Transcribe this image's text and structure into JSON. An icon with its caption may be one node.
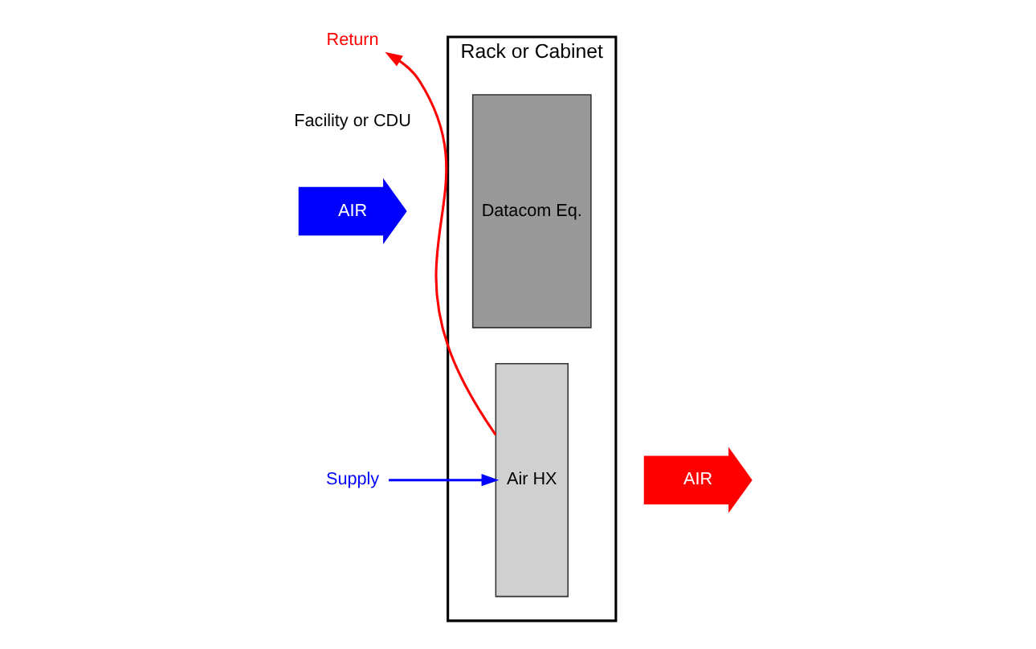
{
  "diagram": {
    "nodes": [
      {
        "text": [
          "Rack or Cabinet"
        ]
      },
      {
        "text": [
          "AIR"
        ]
      },
      {
        "text": [
          "Datacom Eq."
        ],
        "in": 0
      },
      {
        "text": [
          "Air HX"
        ],
        "in": 0
      },
      {
        "text": [
          "AIR"
        ]
      },
      {
        "text": [
          "Return"
        ]
      },
      {
        "text": [
          "Supply"
        ]
      }
    ],
    "edges": [
      {
        "from": 3,
        "to": 5,
        "arrow": "to",
        "color": "#ff0000"
      },
      {
        "from": 6,
        "to": 3,
        "arrow": "to",
        "color": "#0000ff"
      }
    ],
    "labels": [
      "Facility or CDU"
    ]
  }
}
